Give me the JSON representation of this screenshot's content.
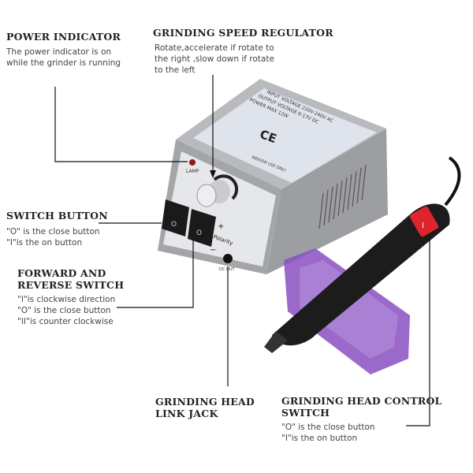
{
  "labels": {
    "power_indicator": {
      "title": "POWER INDICATOR",
      "lines": [
        "The power indicator is on",
        "while the grinder is running"
      ]
    },
    "speed_regulator": {
      "title": "GRINDING SPEED REGULATOR",
      "lines": [
        "Rotate,accelerate if rotate to",
        "the right ,slow down if rotate",
        "to the left"
      ]
    },
    "switch_button": {
      "title": "SWITCH BUTTON",
      "lines": [
        "\"O\" is the close button",
        "\"I\"is the on button"
      ]
    },
    "forward_reverse": {
      "title_lines": [
        "FORWARD AND",
        "REVERSE SWITCH"
      ],
      "lines": [
        "\"I\"is clockwise direction",
        "\"O\" is the close button",
        "\"II\"is counter clockwise"
      ]
    },
    "link_jack": {
      "title_lines": [
        "GRINDING HEAD",
        "LINK JACK"
      ]
    },
    "head_control": {
      "title_lines": [
        "GRINDING HEAD CONTROL",
        "SWITCH"
      ],
      "lines": [
        "\"O\" is the close button",
        "\"I\"is the on button"
      ]
    }
  },
  "device": {
    "spec_lines": [
      "INPUT VOLTAGE  220V-240V AC",
      "OUTPUT VOLTAGE  0-17V DC",
      "POWER MAX  12W"
    ],
    "ce_mark": "CE",
    "indoor": "INDOOR USE ONLY",
    "lamp": "LAMP",
    "polarity": "Polarity",
    "plus": "+",
    "minus": "−",
    "jack": "DC OUT"
  },
  "colors": {
    "body": "#a9abae",
    "stand": "#8a4fc0",
    "pen": "#1c1c1c",
    "switch_red": "#e0242b"
  }
}
